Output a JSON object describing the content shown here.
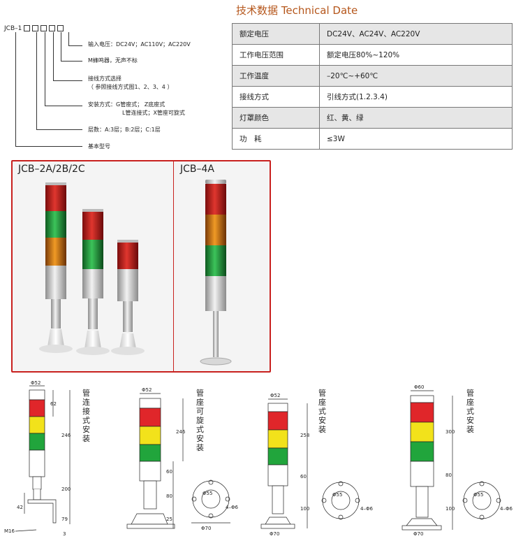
{
  "ordering": {
    "prefix": "JCB–1",
    "descriptions": [
      "输入电压：DC24V；AC110V；AC220V",
      "M蜂鸣器，无声不标",
      "接线方式选择",
      "（ 参照接线方式图1、2、3、4 ）",
      "安装方式：G管座式；  Z底座式",
      "L管连接式；X管座可旋式",
      "层数：A:3层；B:2层；C:1层",
      "基本型号"
    ]
  },
  "spec": {
    "title": "技术数据 Technical Date",
    "rows": [
      {
        "label": "额定电压",
        "value": "DC24V、AC24V、AC220V"
      },
      {
        "label": "工作电压范围",
        "value": "额定电压80%~120%"
      },
      {
        "label": "工作温度",
        "value": "–20℃~+60℃"
      },
      {
        "label": "接线方式",
        "value": "引线方式(1.2.3.4)"
      },
      {
        "label": "灯罩颜色",
        "value": "红、黄、绿"
      },
      {
        "label": "功　耗",
        "value": "≤3W"
      }
    ]
  },
  "photos": {
    "left_label": "JCB–2A/2B/2C",
    "right_label": "JCB–4A"
  },
  "drawings": [
    {
      "label": "管连接式安装",
      "dims": {
        "diameter": "Φ52",
        "d1": "62",
        "d2": "246",
        "d3": "200",
        "d4": "42",
        "d5": "79",
        "d6": "3",
        "thread": "M16"
      }
    },
    {
      "label": "管座可旋式安装",
      "dims": {
        "diameter": "Φ52",
        "d1": "246",
        "d2": "60",
        "d3": "80",
        "d4": "25",
        "base": "Φ70",
        "holes": "4–Φ6",
        "pcd": "Φ55"
      }
    },
    {
      "label": "管座式安装",
      "dims": {
        "diameter": "Φ52",
        "d1": "258",
        "d2": "60",
        "d3": "100",
        "base": "Φ70",
        "holes": "4–Φ6",
        "pcd": "Φ55"
      }
    },
    {
      "label": "管座式安装",
      "dims": {
        "diameter": "Φ60",
        "d1": "300",
        "d2": "80",
        "d3": "100",
        "base": "Φ70",
        "holes": "4–Φ6",
        "pcd": "Φ55"
      }
    }
  ],
  "colors": {
    "red": "#e0262a",
    "yellow": "#f2e21b",
    "green": "#21a53c",
    "accent": "#b5561b",
    "frame": "#c8201e"
  }
}
